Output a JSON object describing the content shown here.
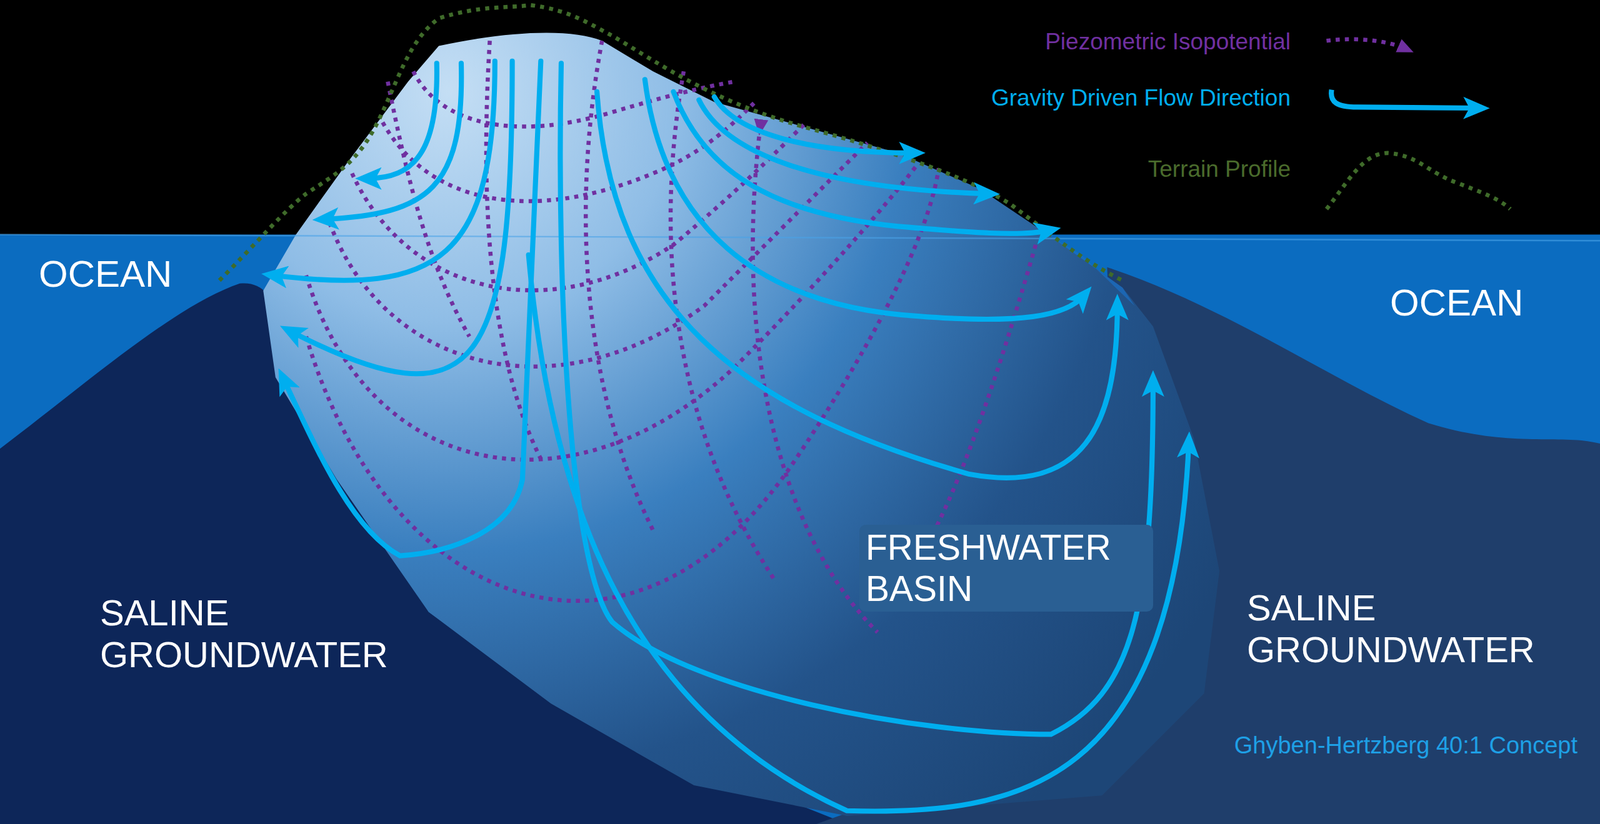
{
  "diagram": {
    "labels": [
      "OCEAN",
      "OCEAN",
      "FRESHWATER BASIN",
      "SALINE GROUNDWATER",
      "SALINE GROUNDWATER",
      "Ghyben-Hertzberg 40:1 Concept"
    ],
    "legend": [
      {
        "text": "Piezometric Isopotential"
      },
      {
        "text": "Gravity Driven Flow Direction"
      },
      {
        "text": "Terrain Profile"
      }
    ]
  }
}
